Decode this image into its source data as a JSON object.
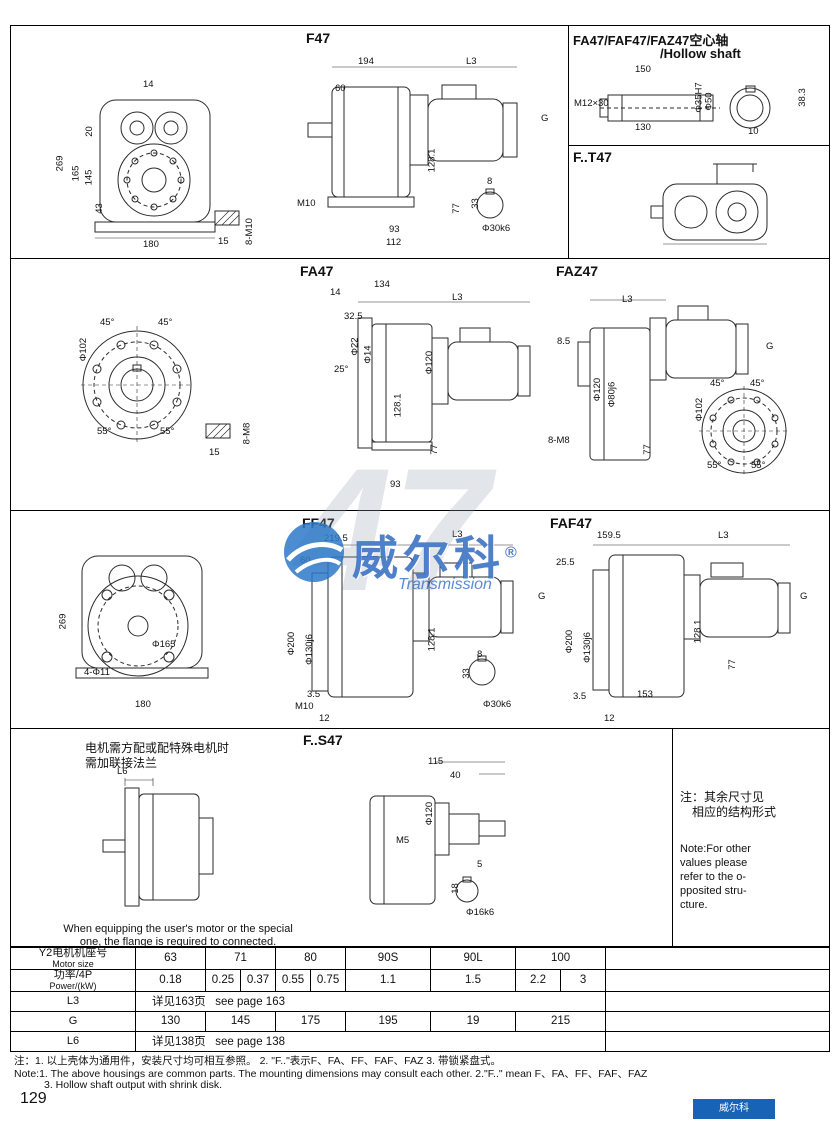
{
  "page_number": "129",
  "watermark": {
    "big_num": "47",
    "brand": "威尔科",
    "reg": "®",
    "sub": "Transmission",
    "badge": "威尔科"
  },
  "titles": {
    "f47": "F47",
    "hollow1": "FA47/FAF47/FAZ47空心轴",
    "hollow2": "/Hollow shaft",
    "ft47": "F..T47",
    "fa47": "FA47",
    "faz47": "FAZ47",
    "ff47": "FF47",
    "faf47": "FAF47",
    "fs47": "F..S47"
  },
  "f47_front": {
    "dims": [
      "14",
      "20",
      "269",
      "165",
      "145",
      "43",
      "180",
      "15",
      "8-M10"
    ]
  },
  "f47_side": {
    "dims": [
      "194",
      "L3",
      "60",
      "G",
      "128.1",
      "M10",
      "77",
      "93",
      "112",
      "8",
      "33",
      "Φ30k6"
    ]
  },
  "hollow": {
    "dims": [
      "150",
      "M12×30",
      "130",
      "Φ35H7",
      "Φ50",
      "38.3",
      "10"
    ]
  },
  "fa47_flange": {
    "dims": [
      "45°",
      "45°",
      "Φ102",
      "55°",
      "55°",
      "15",
      "8-M8"
    ]
  },
  "fa47_side": {
    "dims": [
      "14",
      "134",
      "L3",
      "32.5",
      "Φ22",
      "Φ14",
      "25°",
      "Φ120",
      "128.1",
      "77",
      "93"
    ]
  },
  "faz47": {
    "dims": [
      "L3",
      "G",
      "8.5",
      "Φ120",
      "Φ80j6",
      "8-M8",
      "77",
      "45°",
      "45°",
      "Φ102",
      "55°",
      "55°"
    ]
  },
  "ff47_front": {
    "dims": [
      "269",
      "Φ165",
      "4-Φ11",
      "180"
    ]
  },
  "ff47_side": {
    "dims": [
      "219.5",
      "60",
      "L3",
      "G",
      "Φ200",
      "Φ130j6",
      "128.1",
      "M10",
      "3.5",
      "12",
      "8",
      "33",
      "Φ30k6"
    ]
  },
  "faf47_side": {
    "dims": [
      "159.5",
      "L3",
      "25.5",
      "G",
      "Φ200",
      "Φ130j6",
      "128.1",
      "77",
      "153",
      "3.5",
      "12"
    ]
  },
  "fs47": {
    "dims": [
      "L6",
      "115",
      "40",
      "Φ120",
      "M5",
      "5",
      "18",
      "Φ16k6"
    ]
  },
  "motor_note": [
    "电机需方配或配特殊电机时",
    "需加联接法兰"
  ],
  "caption": [
    "When equipping the user's motor or the special",
    "one, the flange is required to connected."
  ],
  "side_note": {
    "cn": [
      "注：其余尺寸见",
      "相应的结构形式"
    ],
    "en": [
      "Note:For other",
      "values please",
      "refer to the o-",
      "pposited stru-",
      "cture."
    ]
  },
  "table": {
    "motor_label_cn": "Y2电机机座号",
    "motor_label_en": "Motor size",
    "power_label_cn": "功率/4P",
    "power_label_en": "Power/(kW)",
    "sizes": [
      "63",
      "71",
      "80",
      "90S",
      "90L",
      "100"
    ],
    "power": [
      "0.18",
      "0.25",
      "0.37",
      "0.55",
      "0.75",
      "1.1",
      "1.5",
      "2.2",
      "3"
    ],
    "l3_label": "L3",
    "l3_cn": "详见163页",
    "l3_en": "see page 163",
    "g_label": "G",
    "g_values": [
      "130",
      "145",
      "175",
      "195",
      "19",
      "215"
    ],
    "l6_label": "L6",
    "l6_cn": "详见138页",
    "l6_en": "see page 138"
  },
  "footnotes": {
    "cn": "注：1. 以上壳体为通用件，安装尺寸均可相互参照。    2. \"F..\"表示F、FA、FF、FAF、FAZ   3. 带锁紧盘式。",
    "en1": "Note:1. The above housings are common parts. The mounting dimensions may consult each other.  2.\"F..\" mean F、FA、FF、FAF、FAZ",
    "en2": "3. Hollow shaft output with shrink disk."
  }
}
